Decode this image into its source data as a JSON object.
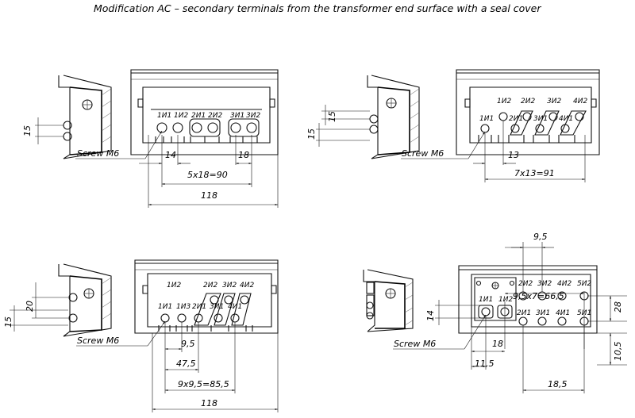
{
  "title": "Modification AC – secondary terminals from the transformer end surface with a seal cover",
  "views": {
    "top_left": {
      "terminals": [
        "1И1",
        "1И2",
        "2И1",
        "2И2",
        "3И1",
        "3И2"
      ],
      "screw": "Screw M6",
      "dims": {
        "side": "15",
        "pitch_small": "14",
        "pitch": "18",
        "chain": "5x18=90",
        "overall": "118"
      }
    },
    "top_right": {
      "terminals_upper": [
        "1И2",
        "2И2",
        "3И2",
        "4И2"
      ],
      "terminals_lower": [
        "1И1",
        "2И1",
        "3И1",
        "4И1"
      ],
      "screw": "Screw M6",
      "dims": {
        "side_a": "15",
        "side_b": "15",
        "pitch": "13",
        "chain": "7x13=91"
      }
    },
    "bottom_left": {
      "terminals_upper": [
        "1И2",
        "2И2",
        "3И2",
        "4И2"
      ],
      "terminals_lower": [
        "1И1",
        "1И3",
        "2И1",
        "3И1",
        "4И1"
      ],
      "screw": "Screw M6",
      "dims": {
        "side_a": "20",
        "side_b": "15",
        "pitch": "9,5",
        "offset": "47,5",
        "chain": "9x9,5=85,5",
        "overall": "118"
      }
    },
    "bottom_right": {
      "terminals_upper": [
        "2И2",
        "3И2",
        "4И2",
        "5И2"
      ],
      "terminals_lower": [
        "1И1",
        "1И2",
        "2И1",
        "3И1",
        "4И1",
        "5И1"
      ],
      "screw": "Screw M6",
      "dims": {
        "top_pitch": "9,5",
        "chain": "9,5x7=66,5",
        "side_a": "14",
        "side_b": "28",
        "side_c": "10,5",
        "h18": "18",
        "h11": "11,5",
        "h18b": "18,5"
      }
    }
  }
}
